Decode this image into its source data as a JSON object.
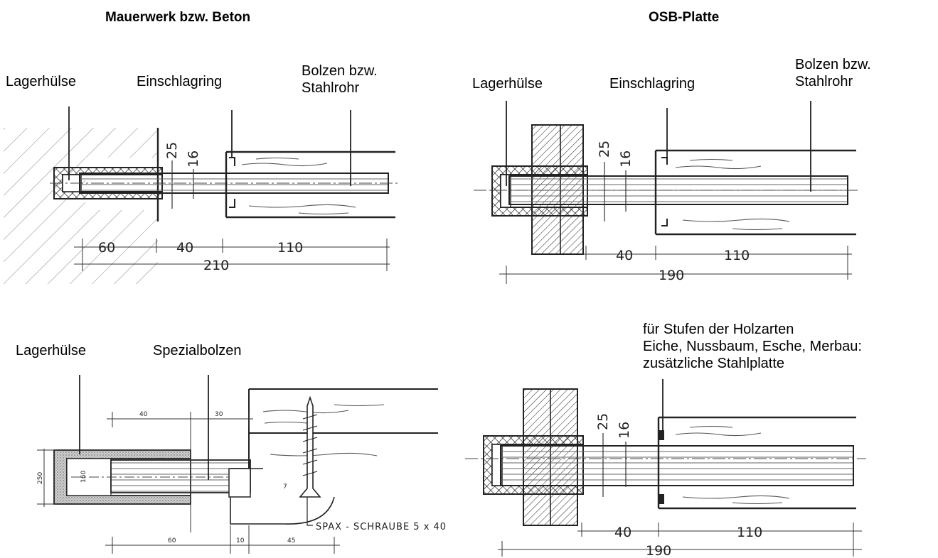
{
  "headings": {
    "left": "Mauerwerk bzw. Beton",
    "right": "OSB-Platte"
  },
  "top_left": {
    "labels": {
      "sleeve": "Lagerhülse",
      "ring": "Einschlagring",
      "bolt_line1": "Bolzen bzw.",
      "bolt_line2": "Stahlrohr"
    },
    "dims": {
      "d25": "25",
      "d16": "16",
      "d60": "60",
      "d40": "40",
      "d110": "110",
      "d210": "210"
    }
  },
  "top_right": {
    "labels": {
      "sleeve": "Lagerhülse",
      "ring": "Einschlagring",
      "bolt_line1": "Bolzen bzw.",
      "bolt_line2": "Stahlrohr"
    },
    "dims": {
      "d25": "25",
      "d16": "16",
      "d40": "40",
      "d110": "110",
      "d190": "190"
    }
  },
  "bottom_left": {
    "labels": {
      "sleeve": "Lagerhülse",
      "bolt": "Spezialbolzen"
    },
    "dims": {
      "d40": "40",
      "d30": "30",
      "d250": "250",
      "d160": "160",
      "d7": "7",
      "d60": "60",
      "d10": "10",
      "d45": "45"
    },
    "screw_note": "SPAX - SCHRAUBE 5 x 40"
  },
  "bottom_right": {
    "labels": {
      "note_line1": "für Stufen der Holzarten",
      "note_line2": "Eiche, Nussbaum, Esche, Merbau:",
      "note_line3": "zusätzliche Stahlplatte"
    },
    "dims": {
      "d25": "25",
      "d16": "16",
      "d40": "40",
      "d110": "110",
      "d190": "190"
    }
  }
}
